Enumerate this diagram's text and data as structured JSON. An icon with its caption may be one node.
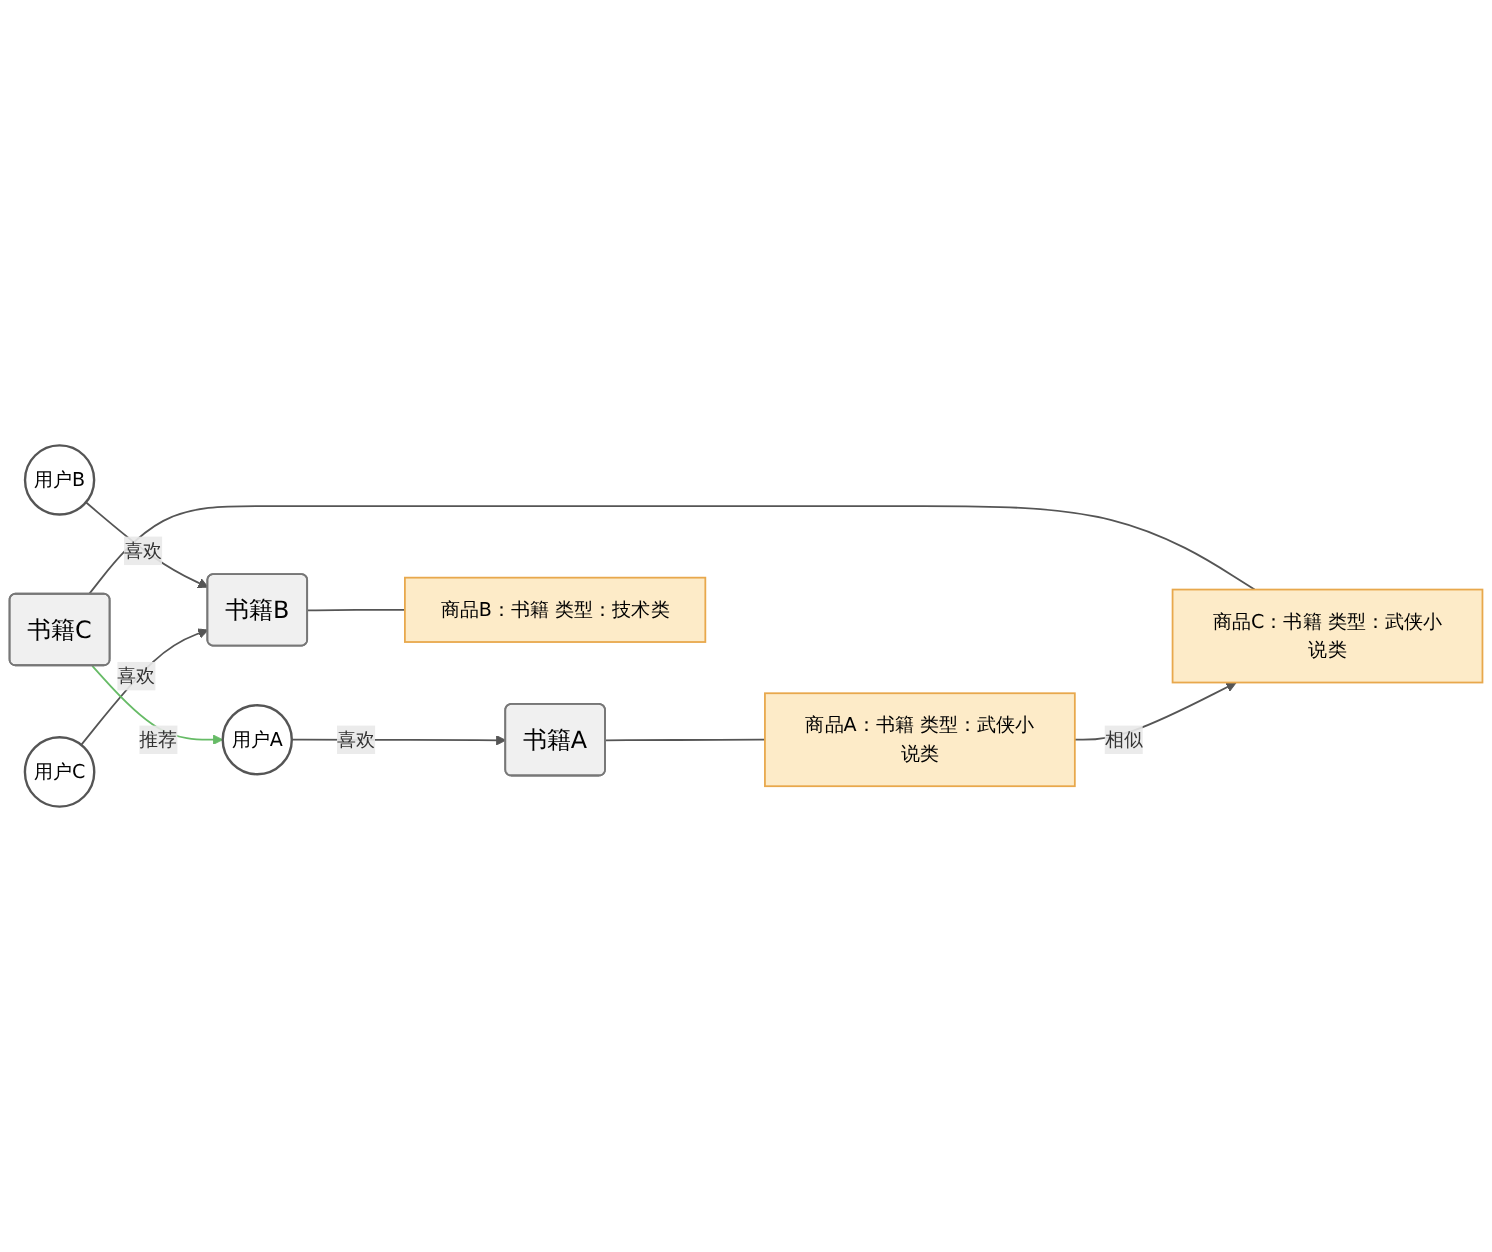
{
  "diagram": {
    "nodes": [
      {
        "text": [
          "用户A"
        ]
      },
      {
        "text": [
          "书籍A"
        ]
      },
      {
        "text": [
          "商品A：书籍 类型：武侠小说类"
        ]
      },
      {
        "text": [
          "用户B"
        ]
      },
      {
        "text": [
          "书籍B"
        ]
      },
      {
        "text": [
          "商品B：书籍 类型：技术类"
        ]
      },
      {
        "text": [
          "用户C"
        ]
      },
      {
        "text": [
          "书籍C"
        ]
      },
      {
        "text": [
          "商品C：书籍 类型：武侠小说类"
        ]
      }
    ],
    "edges": [
      {
        "from": 0,
        "to": 1,
        "arrow": "to",
        "label": "喜欢"
      },
      {
        "from": 1,
        "to": 2,
        "arrow": "none"
      },
      {
        "from": 3,
        "to": 4,
        "arrow": "to",
        "label": "喜欢"
      },
      {
        "from": 4,
        "to": 5,
        "arrow": "none"
      },
      {
        "from": 6,
        "to": 4,
        "arrow": "to",
        "label": "喜欢"
      },
      {
        "from": 7,
        "to": 8,
        "arrow": "none"
      },
      {
        "from": 7,
        "to": 0,
        "arrow": "to",
        "label": "推荐",
        "color": "#66bb66"
      },
      {
        "from": 2,
        "to": 8,
        "arrow": "to",
        "label": "相似"
      }
    ]
  }
}
